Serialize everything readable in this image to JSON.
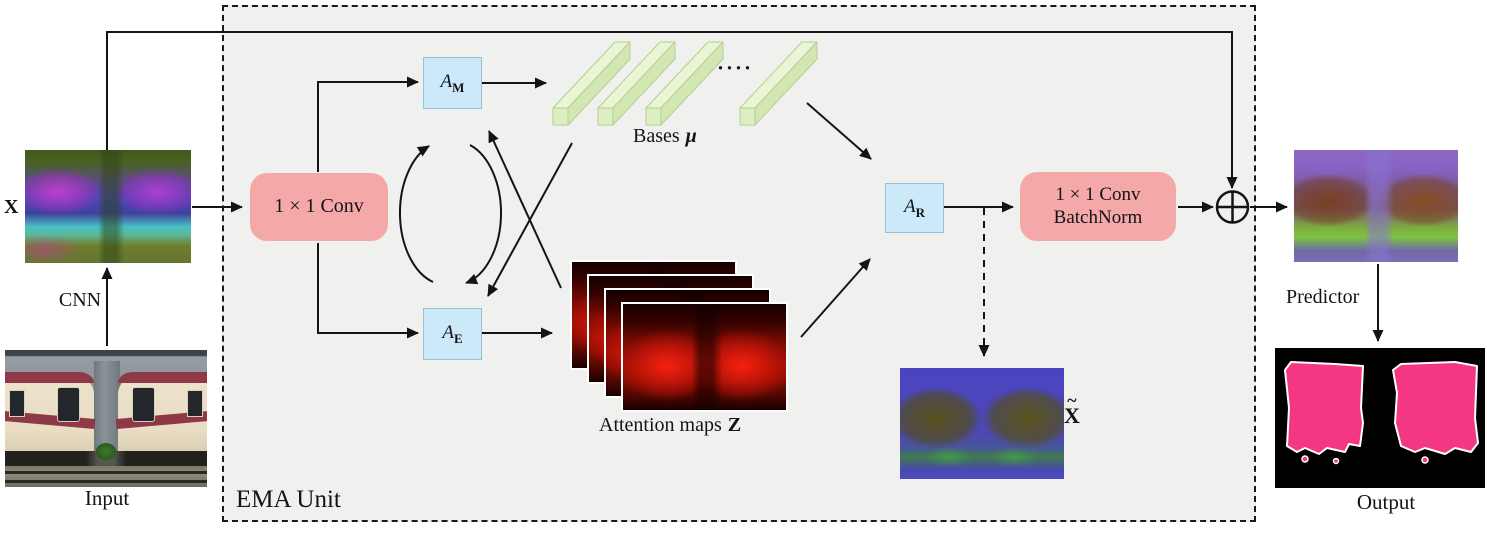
{
  "ema": {
    "title": "EMA Unit"
  },
  "nodes": {
    "conv1": {
      "label": "1 × 1 Conv"
    },
    "am": {
      "base": "A",
      "sub": "M"
    },
    "ae": {
      "base": "A",
      "sub": "E"
    },
    "ar": {
      "base": "A",
      "sub": "R"
    },
    "convbn": {
      "line1": "1 × 1 Conv",
      "line2": "BatchNorm"
    }
  },
  "labels": {
    "input": "Input",
    "output": "Output",
    "cnn": "CNN",
    "predictor": "Predictor",
    "x": "X",
    "x_tilde_base": "X",
    "x_tilde_accent": "~",
    "bases_prefix": "Bases",
    "bases_symbol": "μ",
    "bases_dots": "······",
    "attention_prefix": "Attention maps",
    "attention_symbol": "Z"
  },
  "icons": {
    "sum": "circle-plus-icon"
  },
  "colors": {
    "conv_box_pink": "#f4a8a8",
    "attention_box_blue": "#cbe9f8",
    "bases_green_fill": "#e6f2cf",
    "bases_green_edge": "#b2cf90",
    "panel_background": "#f0f0ee",
    "arrow_black": "#141414",
    "attention_map_red": "#a01104",
    "output_mask_pink": "#f43782"
  }
}
